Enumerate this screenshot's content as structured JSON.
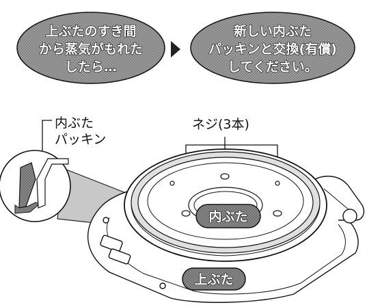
{
  "bubbles": {
    "left": {
      "line1": "上ぶたのすき間",
      "line2": "から蒸気がもれた",
      "line3": "したら…"
    },
    "right": {
      "line1": "新しい内ぶた",
      "line2": "パッキンと交換(有償)",
      "line3": "してください。"
    }
  },
  "labels": {
    "packing_line1": "内ぶた",
    "packing_line2": "パッキン",
    "screws": "ネジ(3本)",
    "inner_lid": "内ぶた",
    "upper_lid": "上ぶた"
  },
  "colors": {
    "bubble_fill": "#8f8f8f",
    "pill_fill": "#7a7a7a",
    "line": "#111111"
  }
}
